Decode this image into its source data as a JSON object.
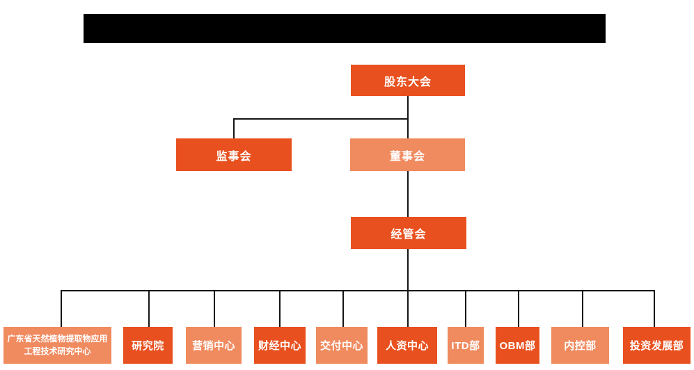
{
  "colors": {
    "primary_orange": "#E8511F",
    "light_orange": "#F08A5F",
    "connector_black": "#141414",
    "redaction_black": "#000000",
    "node_text": "#FFFFFF",
    "background": "#FFFFFF"
  },
  "org_chart": {
    "nodes": {
      "shareholders": {
        "label": "股东大会"
      },
      "supervisory": {
        "label": "监事会"
      },
      "board": {
        "label": "董事会"
      },
      "management": {
        "label": "经管会"
      },
      "departments": [
        {
          "label": "广东省天然植物提取物应用工程技术研究中心"
        },
        {
          "label": "研究院"
        },
        {
          "label": "营销中心"
        },
        {
          "label": "财经中心"
        },
        {
          "label": "交付中心"
        },
        {
          "label": "人资中心"
        },
        {
          "label": "ITD部"
        },
        {
          "label": "OBM部"
        },
        {
          "label": "内控部"
        },
        {
          "label": "投资发展部"
        }
      ]
    },
    "edges": [
      [
        "股东大会",
        "监事会"
      ],
      [
        "股东大会",
        "董事会"
      ],
      [
        "董事会",
        "经管会"
      ],
      [
        "经管会",
        "广东省天然植物提取物应用工程技术研究中心"
      ],
      [
        "经管会",
        "研究院"
      ],
      [
        "经管会",
        "营销中心"
      ],
      [
        "经管会",
        "财经中心"
      ],
      [
        "经管会",
        "交付中心"
      ],
      [
        "经管会",
        "人资中心"
      ],
      [
        "经管会",
        "ITD部"
      ],
      [
        "经管会",
        "OBM部"
      ],
      [
        "经管会",
        "内控部"
      ],
      [
        "经管会",
        "投资发展部"
      ]
    ]
  }
}
